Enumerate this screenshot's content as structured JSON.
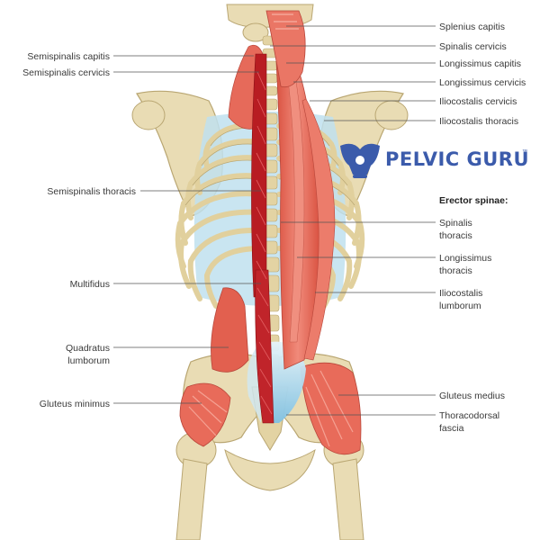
{
  "logo": {
    "text": "PELVIC GURU",
    "trademark": "™",
    "color": "#3b5bab"
  },
  "labels_left": [
    {
      "id": "semispinalis-capitis",
      "text": "Semispinalis capitis"
    },
    {
      "id": "semispinalis-cervicis",
      "text": "Semispinalis cervicis"
    },
    {
      "id": "semispinalis-thoracis",
      "text": "Semispinalis thoracis"
    },
    {
      "id": "multifidus",
      "text": "Multifidus"
    },
    {
      "id": "quadratus-lumborum",
      "lines": [
        "Quadratus",
        "lumborum"
      ]
    },
    {
      "id": "gluteus-minimus",
      "text": "Gluteus minimus"
    }
  ],
  "labels_right": [
    {
      "id": "splenius-capitis",
      "text": "Splenius capitis"
    },
    {
      "id": "spinalis-cervicis",
      "text": "Spinalis cervicis"
    },
    {
      "id": "longissimus-capitis",
      "text": "Longissimus capitis"
    },
    {
      "id": "longissimus-cervicis",
      "text": "Longissimus cervicis"
    },
    {
      "id": "iliocostalis-cervicis",
      "text": "Iliocostalis cervicis"
    },
    {
      "id": "iliocostalis-thoracis",
      "text": "Iliocostalis thoracis"
    },
    {
      "id": "spinalis-thoracis",
      "lines": [
        "Spinalis",
        "thoracis"
      ]
    },
    {
      "id": "longissimus-thoracis",
      "lines": [
        "Longissimus",
        "thoracis"
      ]
    },
    {
      "id": "iliocostalis-lumborum",
      "lines": [
        "Iliocostalis",
        "lumborum"
      ]
    },
    {
      "id": "gluteus-medius",
      "text": "Gluteus medius"
    },
    {
      "id": "thoracodorsal-fascia",
      "lines": [
        "Thoracodorsal",
        "fascia"
      ]
    }
  ],
  "group_heading": "Erector spinae:",
  "colors": {
    "bone": "#e9dcb4",
    "bone_shadow": "#cdbb8a",
    "muscle": "#e8695a",
    "muscle_light": "#f29a8a",
    "deep_muscle": "#b81c22",
    "fascia": "#a9d6ec",
    "label_text": "#3a3a3a",
    "leader": "#555555"
  }
}
